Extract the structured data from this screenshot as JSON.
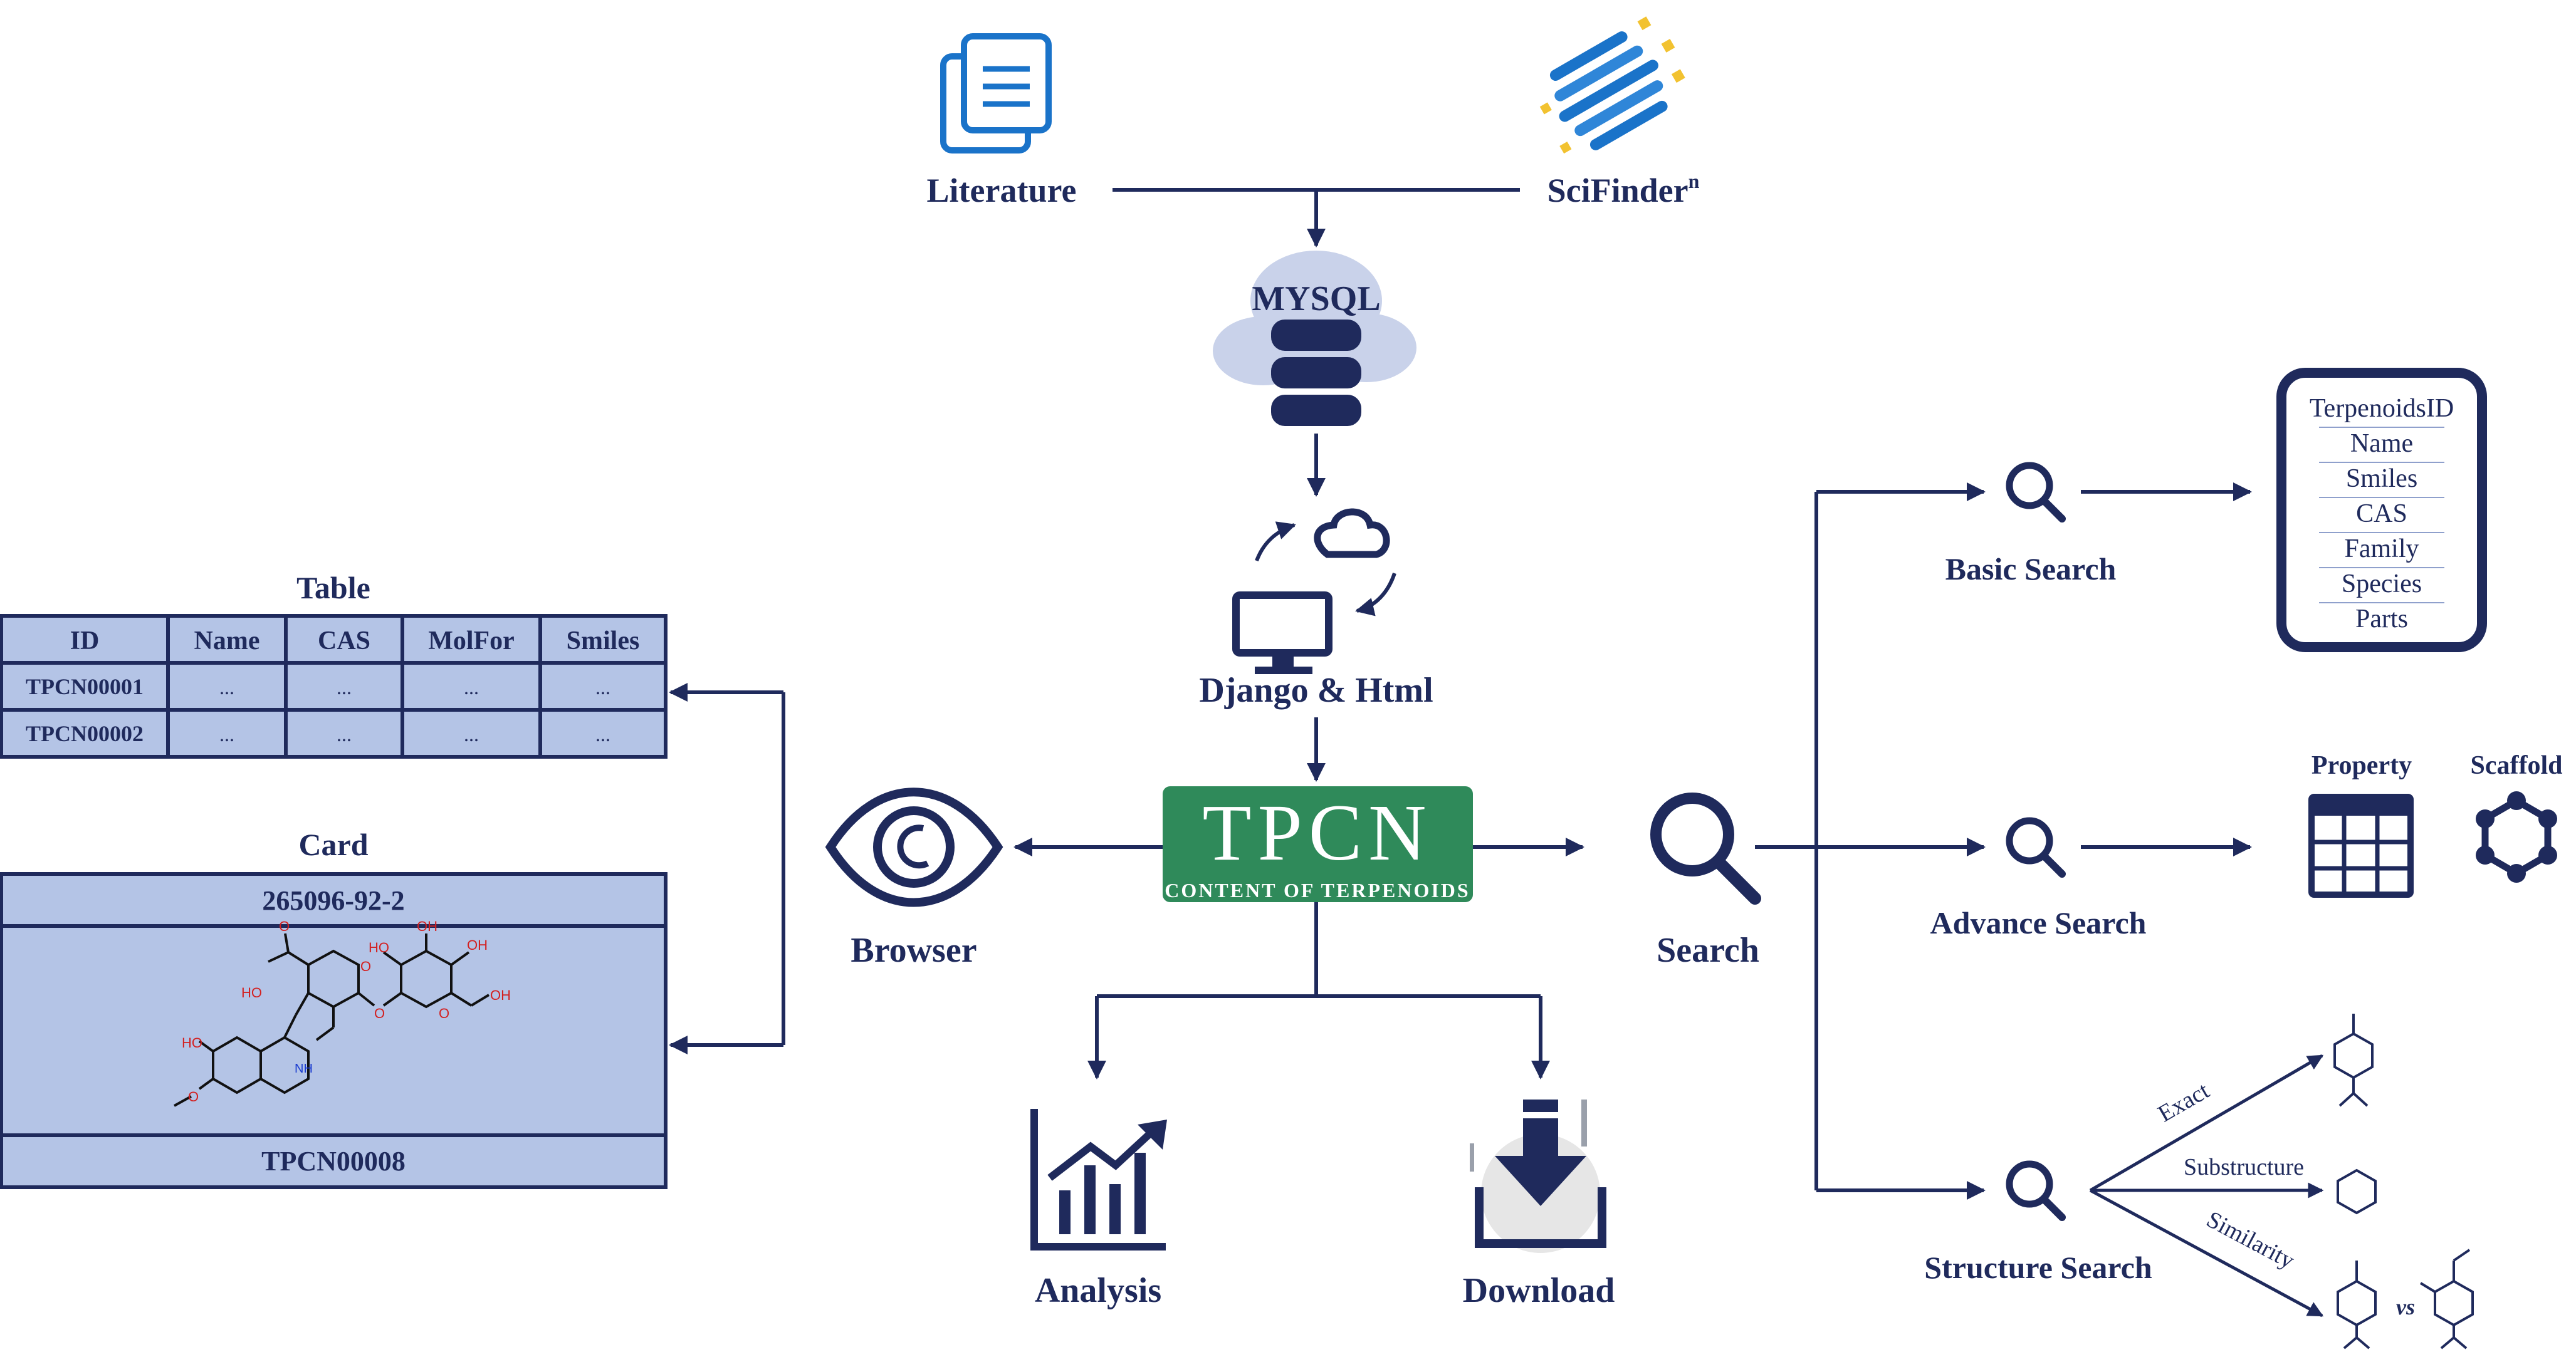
{
  "sources": {
    "literature": "Literature",
    "scifinder": "SciFinder",
    "scifinder_sup": "n"
  },
  "database": {
    "label": "MYSQL"
  },
  "framework": {
    "label": "Django & Html"
  },
  "logo": {
    "name": "TPCN",
    "tagline": "CONTENT OF TERPENOIDS"
  },
  "modules": {
    "browser": "Browser",
    "search": "Search",
    "analysis": "Analysis",
    "download": "Download"
  },
  "table_view": {
    "title": "Table",
    "headers": [
      "ID",
      "Name",
      "CAS",
      "MolFor",
      "Smiles"
    ],
    "rows": [
      [
        "TPCN00001",
        "...",
        "...",
        "...",
        "..."
      ],
      [
        "TPCN00002",
        "...",
        "...",
        "...",
        "..."
      ]
    ]
  },
  "card_view": {
    "title": "Card",
    "cas": "265096-92-2",
    "id": "TPCN00008",
    "atoms": {
      "o": "O",
      "ho": "HO",
      "oh": "OH",
      "nh": "NH"
    }
  },
  "search_types": {
    "basic": "Basic Search",
    "advance": "Advance Search",
    "structure": "Structure Search"
  },
  "basic_fields": [
    "TerpenoidsID",
    "Name",
    "Smiles",
    "CAS",
    "Family",
    "Species",
    "Parts"
  ],
  "advance_options": {
    "property": "Property",
    "scaffold": "Scaffold"
  },
  "structure_modes": {
    "exact": "Exact",
    "substructure": "Substructure",
    "similarity": "Similarity",
    "vs": "vs"
  },
  "colors": {
    "navy": "#1f2a5c",
    "light_blue": "#b4c4e6",
    "logo_green": "#2f8a5a",
    "accent_blue": "#1a73c9",
    "accent_yellow": "#f2c230"
  }
}
